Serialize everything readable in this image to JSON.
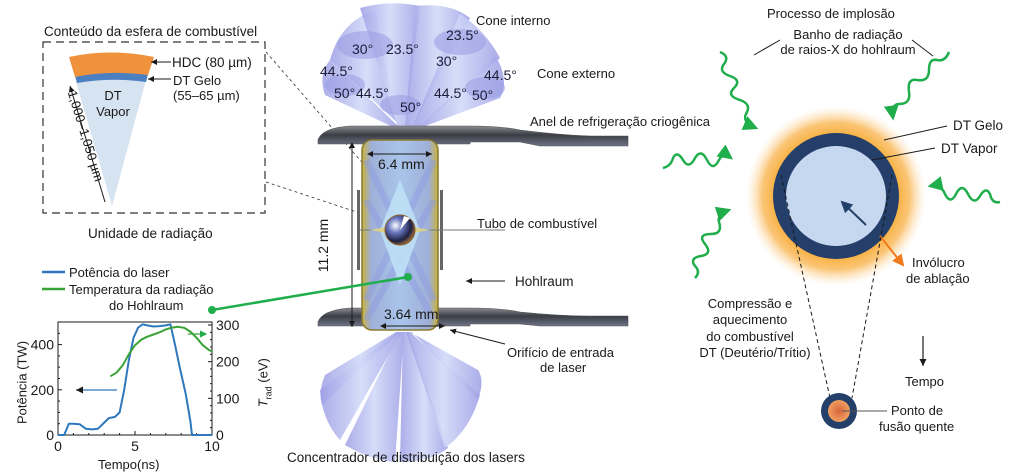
{
  "fuel_capsule": {
    "title": "Conteúdo da esfera de combustível",
    "layers": [
      {
        "label": "HDC (80 µm)",
        "color": "#f0913c"
      },
      {
        "label_line1": "DT Gelo",
        "label_line2": "(55–65 µm)",
        "color": "#4a7fc1"
      },
      {
        "label_line1": "DT",
        "label_line2": "Vapor",
        "color": "#d6e3f1"
      }
    ],
    "radius_label": "1,000–1,050 µm",
    "caption": "Unidade de radiação"
  },
  "target": {
    "cone_labels": {
      "inner": "Cone interno",
      "outer": "Cone externo"
    },
    "angles": [
      "30°",
      "23.5°",
      "23.5°",
      "30°",
      "44.5°",
      "44.5°",
      "50°",
      "44.5°",
      "44.5°",
      "50°",
      "50°"
    ],
    "cooling_ring": "Anel de refrigeração criogênica",
    "width_top": "6.4 mm",
    "height": "11.2 mm",
    "width_bottom": "3.64 mm",
    "fuel_tube": "Tubo de combustível",
    "hohlraum": "Hohlraum",
    "laser_entrance_line1": "Orifício de entrada",
    "laser_entrance_line2": "de laser",
    "caption": "Concentrador de distribuição dos lasers"
  },
  "implosion": {
    "title": "Processo de implosão",
    "xray_bath_line1": "Banho de radiação",
    "xray_bath_line2": "de raios-X do hohlraum",
    "dt_ice": "DT Gelo",
    "dt_vapor": "DT Vapor",
    "ablation_line1": "Invólucro",
    "ablation_line2": "de ablação",
    "compression_lines": [
      "Compressão e",
      "aquecimento",
      "do combustível",
      "DT (Deutério/Trítio)"
    ],
    "time": "Tempo",
    "hotspot_line1": "Ponto de",
    "hotspot_line2": "fusão quente",
    "colors": {
      "shell": "#24406a",
      "vapor": "#c5d8ef",
      "ablation": "#f7a21b",
      "xray": "#1fae4b",
      "ablation_arrow": "#f07a1c"
    }
  },
  "chart_data": {
    "type": "line",
    "title": "",
    "xlabel": "Tempo(ns)",
    "ylabel": "Potência (TW)",
    "ylabel_right": "T_rad (eV)",
    "ylabel_right_main": "T",
    "ylabel_right_sub": "rad",
    "ylabel_right_unit": "(eV)",
    "xlim": [
      0,
      10
    ],
    "ylim": [
      0,
      500
    ],
    "ylim_right": [
      0,
      300
    ],
    "x_ticks": [
      "0",
      "5",
      "10"
    ],
    "y_ticks": [
      "0",
      "200",
      "400"
    ],
    "y_ticks_right": [
      "0",
      "100",
      "200",
      "300"
    ],
    "legend": [
      "Potência do laser",
      "Temperatura da radiação",
      "do Hohlraum"
    ],
    "legend_placement": "top",
    "series": [
      {
        "name": "Potência do laser",
        "axis": "left",
        "color": "#2f78bd",
        "x": [
          0,
          0.4,
          0.7,
          1.0,
          1.4,
          1.8,
          2.2,
          2.6,
          3.0,
          3.3,
          3.7,
          4.0,
          4.3,
          4.6,
          4.9,
          5.2,
          5.5,
          5.8,
          6.2,
          6.6,
          7.0,
          7.3,
          7.6,
          7.9,
          8.3,
          8.6,
          8.7,
          9.0,
          10.0
        ],
        "values": [
          0,
          0,
          50,
          50,
          48,
          28,
          25,
          28,
          55,
          75,
          80,
          100,
          200,
          330,
          430,
          475,
          490,
          485,
          480,
          482,
          485,
          490,
          400,
          300,
          180,
          60,
          0,
          0,
          0
        ]
      },
      {
        "name": "Temperatura da radiação do Hohlraum",
        "axis": "right",
        "color": "#3aa336",
        "x": [
          3.4,
          3.8,
          4.2,
          4.6,
          5.0,
          5.4,
          5.8,
          6.2,
          6.6,
          7.0,
          7.4,
          7.8,
          8.2,
          8.6,
          9.0,
          9.4,
          9.8,
          10.0
        ],
        "values": [
          160,
          170,
          190,
          220,
          245,
          260,
          268,
          274,
          280,
          288,
          293,
          295,
          292,
          282,
          265,
          245,
          232,
          228
        ]
      }
    ]
  }
}
